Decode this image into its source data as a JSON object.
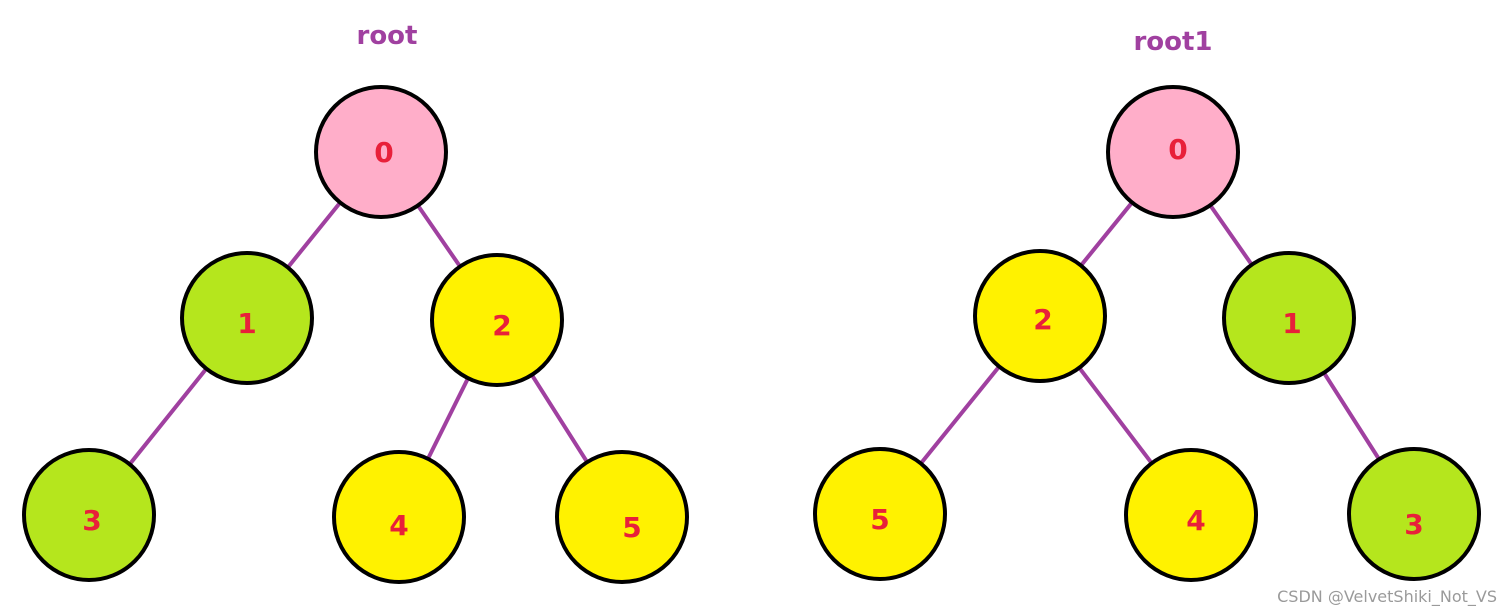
{
  "colors": {
    "root": "#ffaec9",
    "green": "#b5e61d",
    "yellow": "#fff200",
    "edge": "#a040a0",
    "label": "#e8203a",
    "title": "#a040a0"
  },
  "trees": [
    {
      "title": "root",
      "nodes": [
        {
          "id": "t0-n0",
          "label": "0",
          "color": "root"
        },
        {
          "id": "t0-n1",
          "label": "1",
          "color": "green"
        },
        {
          "id": "t0-n2",
          "label": "2",
          "color": "yellow"
        },
        {
          "id": "t0-n3",
          "label": "3",
          "color": "green"
        },
        {
          "id": "t0-n4",
          "label": "4",
          "color": "yellow"
        },
        {
          "id": "t0-n5",
          "label": "5",
          "color": "yellow"
        }
      ],
      "edges": [
        [
          "t0-n0",
          "t0-n1"
        ],
        [
          "t0-n0",
          "t0-n2"
        ],
        [
          "t0-n1",
          "t0-n3"
        ],
        [
          "t0-n2",
          "t0-n4"
        ],
        [
          "t0-n2",
          "t0-n5"
        ]
      ]
    },
    {
      "title": "root1",
      "nodes": [
        {
          "id": "t1-n0",
          "label": "0",
          "color": "root"
        },
        {
          "id": "t1-n2",
          "label": "2",
          "color": "yellow"
        },
        {
          "id": "t1-n1",
          "label": "1",
          "color": "green"
        },
        {
          "id": "t1-n5",
          "label": "5",
          "color": "yellow"
        },
        {
          "id": "t1-n4",
          "label": "4",
          "color": "yellow"
        },
        {
          "id": "t1-n3",
          "label": "3",
          "color": "green"
        }
      ],
      "edges": [
        [
          "t1-n0",
          "t1-n2"
        ],
        [
          "t1-n0",
          "t1-n1"
        ],
        [
          "t1-n2",
          "t1-n5"
        ],
        [
          "t1-n2",
          "t1-n4"
        ],
        [
          "t1-n1",
          "t1-n3"
        ]
      ]
    }
  ],
  "watermark": "CSDN @VelvetShiki_Not_VS"
}
